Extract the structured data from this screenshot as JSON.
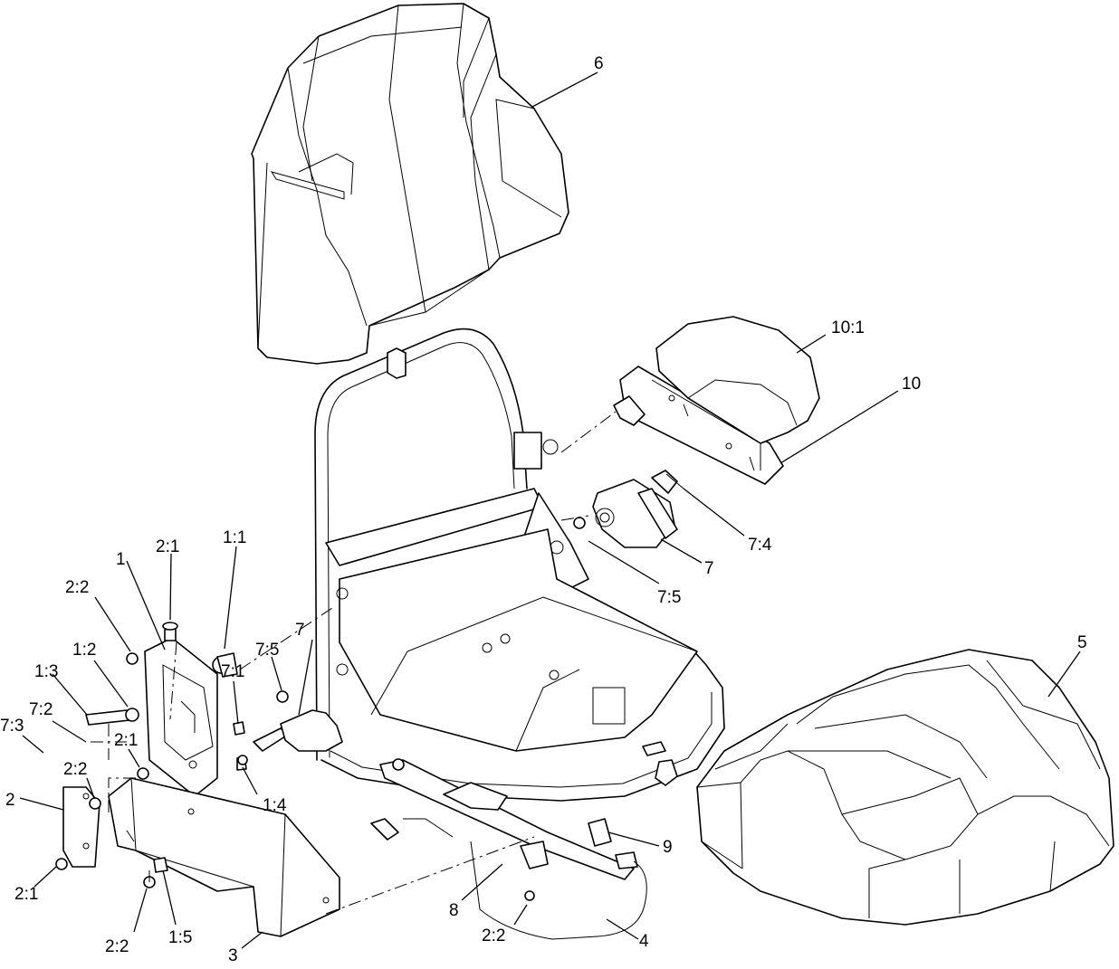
{
  "callouts": {
    "c6": "6",
    "c10_1": "10:1",
    "c10": "10",
    "c7_4": "7:4",
    "c7_right": "7",
    "c7_5_right": "7:5",
    "c2_1_top": "2:1",
    "c1_1": "1:1",
    "c1": "1",
    "c2_2_top": "2:2",
    "c1_2": "1:2",
    "c1_3": "1:3",
    "c7_2": "7:2",
    "c7_3": "7:3",
    "c7_5_left": "7:5",
    "c7_left": "7",
    "c7_1": "7:1",
    "c2_1_mid": "2:1",
    "c2_2_mid": "2:2",
    "c2": "2",
    "c1_4": "1:4",
    "c2_1_bottom": "2:1",
    "c2_2_bottom": "2:2",
    "c1_5": "1:5",
    "c3": "3",
    "c8": "8",
    "c2_2_rail": "2:2",
    "c4": "4",
    "c9": "9",
    "c5": "5"
  }
}
